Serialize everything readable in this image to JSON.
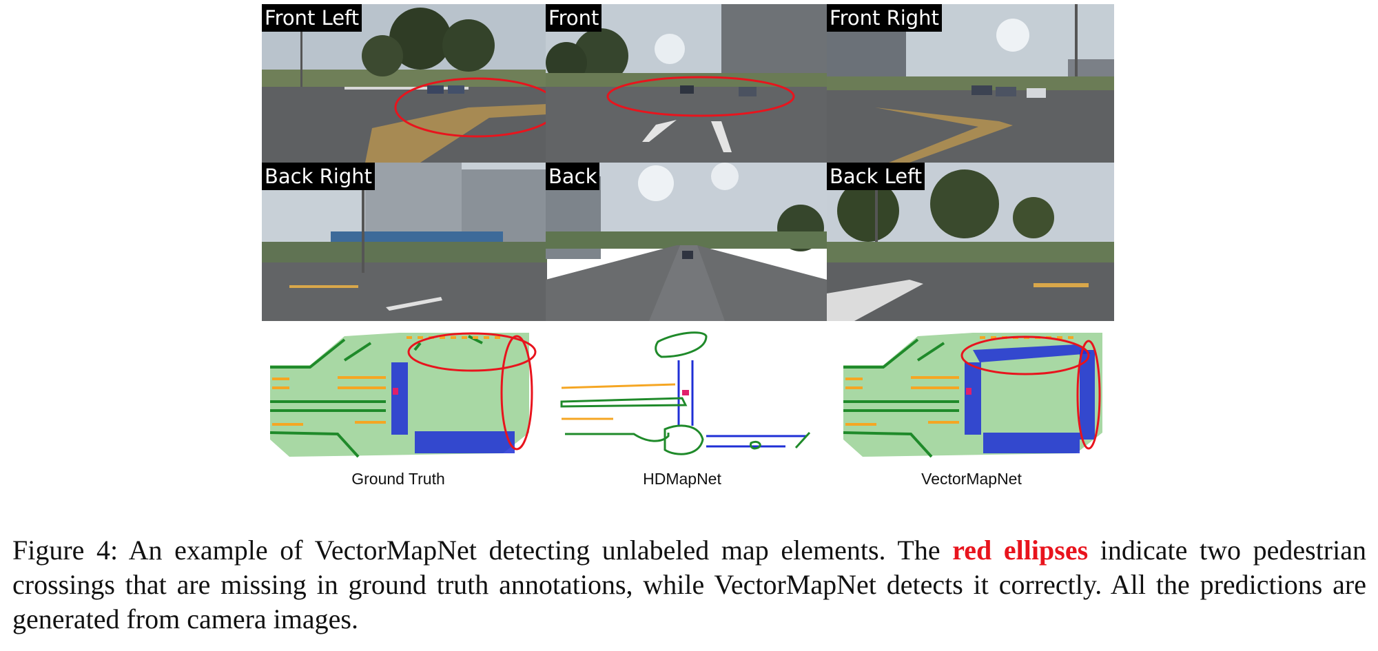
{
  "cameras": {
    "front_left": "Front Left",
    "front": "Front",
    "front_right": "Front Right",
    "back_right": "Back Right",
    "back": "Back",
    "back_left": "Back Left"
  },
  "maps": {
    "ground_truth": "Ground Truth",
    "hdmapnet": "HDMapNet",
    "vectormapnet": "VectorMapNet"
  },
  "caption": {
    "part1": "Figure 4: An example of VectorMapNet detecting unlabeled map elements. The ",
    "highlight": "red ellipses",
    "part2": " indicate two pedestrian crossings that are missing in ground truth annotations, while VectorMapNet detects it correctly. All the predictions are generated from camera images."
  },
  "colors": {
    "lane_divider": "#f5a623",
    "road_boundary": "#1f8a2a",
    "ped_crossing": "#1f2fd6",
    "drivable_area": "#a8d8a4",
    "annotation_ellipse": "#e8141d"
  }
}
